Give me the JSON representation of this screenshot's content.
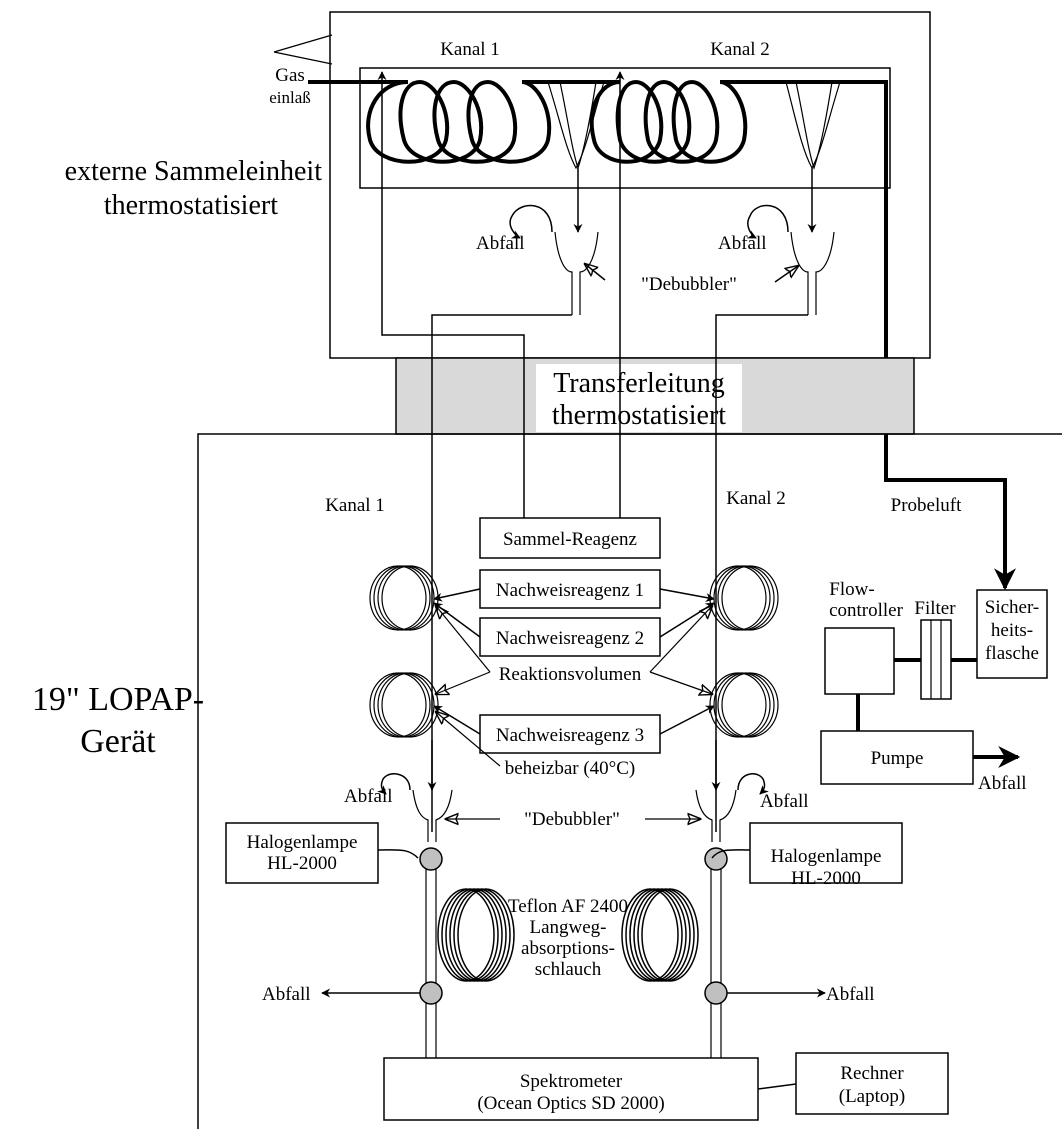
{
  "labels": {
    "gas_inlet_1": "Gas",
    "gas_inlet_2": "einlaß",
    "kanal1_top": "Kanal 1",
    "kanal2_top": "Kanal 2",
    "external_unit_1": "externe Sammeleinheit",
    "external_unit_2": "thermostatisiert",
    "waste": "Abfall",
    "debubbler": "\"Debubbler\"",
    "transfer_1": "Transferleitung",
    "transfer_2": "thermostatisiert",
    "kanal1": "Kanal 1",
    "kanal2": "Kanal 2",
    "probeluft": "Probeluft",
    "flow_1": "Flow-",
    "flow_2": "controller",
    "filter": "Filter",
    "device_1": "19\" LOPAP-",
    "device_2": "Gerät",
    "reaktionsvolumen": "Reaktionsvolumen",
    "heated": "beheizbar (40°C)",
    "teflon_1": "Teflon AF 2400",
    "teflon_2": "Langweg-",
    "teflon_3": "absorptions-",
    "teflon_4": "schlauch"
  },
  "boxes": {
    "sammel": "Sammel-Reagenz",
    "nachweis1": "Nachweisreagenz 1",
    "nachweis2": "Nachweisreagenz 2",
    "nachweis3": "Nachweisreagenz 3",
    "sicher_1": "Sicher-",
    "sicher_2": "heits-",
    "sicher_3": "flasche",
    "pumpe": "Pumpe",
    "halogen_1": "Halogenlampe",
    "halogen_2": "HL-2000",
    "spektrometer_1": "Spektrometer",
    "spektrometer_2": "(Ocean Optics SD 2000)",
    "rechner_1": "Rechner",
    "rechner_2": "(Laptop)"
  }
}
